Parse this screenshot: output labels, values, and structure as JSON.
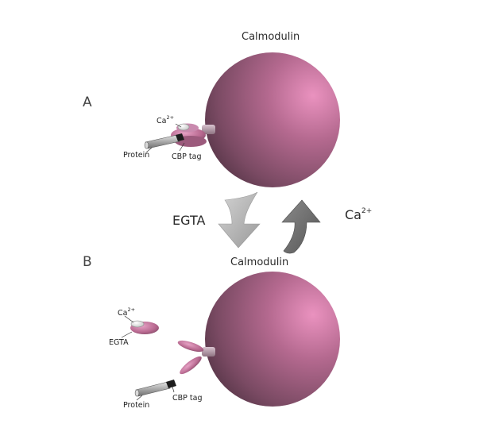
{
  "panel_a": {
    "letter": "A",
    "title": "Calmodulin",
    "ca_label": "Ca",
    "ca_charge": "2+",
    "protein_label": "Protein",
    "tag_label": "CBP tag"
  },
  "panel_b": {
    "letter": "B",
    "title": "Calmodulin",
    "ca_label": "Ca",
    "ca_charge": "2+",
    "egta_label": "EGTA",
    "protein_label": "Protein",
    "tag_label": "CBP tag"
  },
  "transition": {
    "left_label": "EGTA",
    "right_label": "Ca",
    "right_charge": "2+"
  },
  "colors": {
    "sphere_highlight": "#e08ab6",
    "sphere_mid": "#9a5a7c",
    "sphere_dark": "#4f3242",
    "arrow_light": "#b5b5b5",
    "arrow_dark": "#6e6e6e",
    "tag_pink": "#c77aa2"
  }
}
